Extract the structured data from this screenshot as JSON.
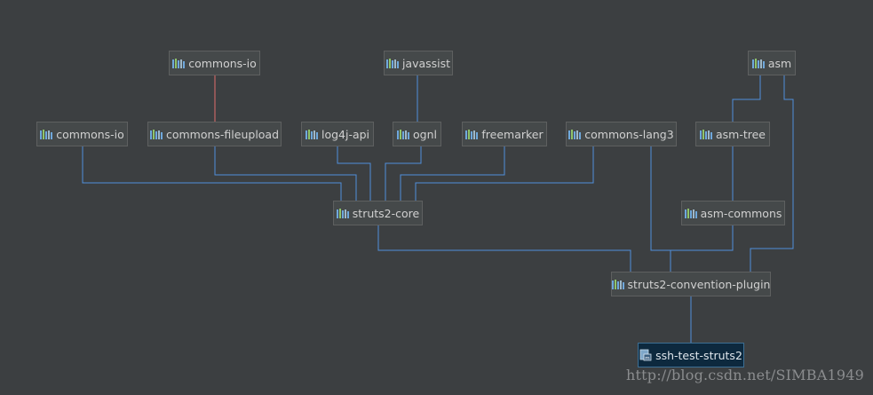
{
  "colors": {
    "background": "#3c3f41",
    "edge": "#4f8fdc",
    "conflict_edge": "#e06c6c",
    "node_fill": "#45494a",
    "root_fill": "#0d293e"
  },
  "nodes": [
    {
      "id": "commons-io-2",
      "label": "commons-io",
      "icon": "library-icon"
    },
    {
      "id": "javassist",
      "label": "javassist",
      "icon": "library-icon"
    },
    {
      "id": "asm",
      "label": "asm",
      "icon": "library-icon"
    },
    {
      "id": "commons-io-1",
      "label": "commons-io",
      "icon": "library-icon"
    },
    {
      "id": "commons-fileupload",
      "label": "commons-fileupload",
      "icon": "library-icon"
    },
    {
      "id": "log4j-api",
      "label": "log4j-api",
      "icon": "library-icon"
    },
    {
      "id": "ognl",
      "label": "ognl",
      "icon": "library-icon"
    },
    {
      "id": "freemarker",
      "label": "freemarker",
      "icon": "library-icon"
    },
    {
      "id": "commons-lang3",
      "label": "commons-lang3",
      "icon": "library-icon"
    },
    {
      "id": "asm-tree",
      "label": "asm-tree",
      "icon": "library-icon"
    },
    {
      "id": "struts2-core",
      "label": "struts2-core",
      "icon": "library-icon"
    },
    {
      "id": "asm-commons",
      "label": "asm-commons",
      "icon": "library-icon"
    },
    {
      "id": "struts2-convention-plugin",
      "label": "struts2-convention-plugin",
      "icon": "library-icon"
    },
    {
      "id": "ssh-test-struts2",
      "label": "ssh-test-struts2",
      "icon": "module-icon"
    }
  ],
  "edges": [
    {
      "from": "commons-fileupload",
      "to": "commons-io-2",
      "kind": "conflict"
    },
    {
      "from": "ognl",
      "to": "javassist",
      "kind": "normal"
    },
    {
      "from": "asm-tree",
      "to": "asm",
      "kind": "normal"
    },
    {
      "from": "struts2-convention-plugin",
      "to": "asm",
      "kind": "normal"
    },
    {
      "from": "struts2-core",
      "to": "commons-io-1",
      "kind": "normal"
    },
    {
      "from": "struts2-core",
      "to": "commons-fileupload",
      "kind": "normal"
    },
    {
      "from": "struts2-core",
      "to": "log4j-api",
      "kind": "normal"
    },
    {
      "from": "struts2-core",
      "to": "ognl",
      "kind": "normal"
    },
    {
      "from": "struts2-core",
      "to": "freemarker",
      "kind": "normal"
    },
    {
      "from": "struts2-core",
      "to": "commons-lang3",
      "kind": "normal"
    },
    {
      "from": "asm-commons",
      "to": "asm-tree",
      "kind": "normal"
    },
    {
      "from": "struts2-convention-plugin",
      "to": "struts2-core",
      "kind": "normal"
    },
    {
      "from": "struts2-convention-plugin",
      "to": "commons-lang3",
      "kind": "normal"
    },
    {
      "from": "struts2-convention-plugin",
      "to": "asm-commons",
      "kind": "normal"
    },
    {
      "from": "ssh-test-struts2",
      "to": "struts2-convention-plugin",
      "kind": "normal"
    }
  ],
  "watermark": "http://blog.csdn.net/SIMBA1949"
}
